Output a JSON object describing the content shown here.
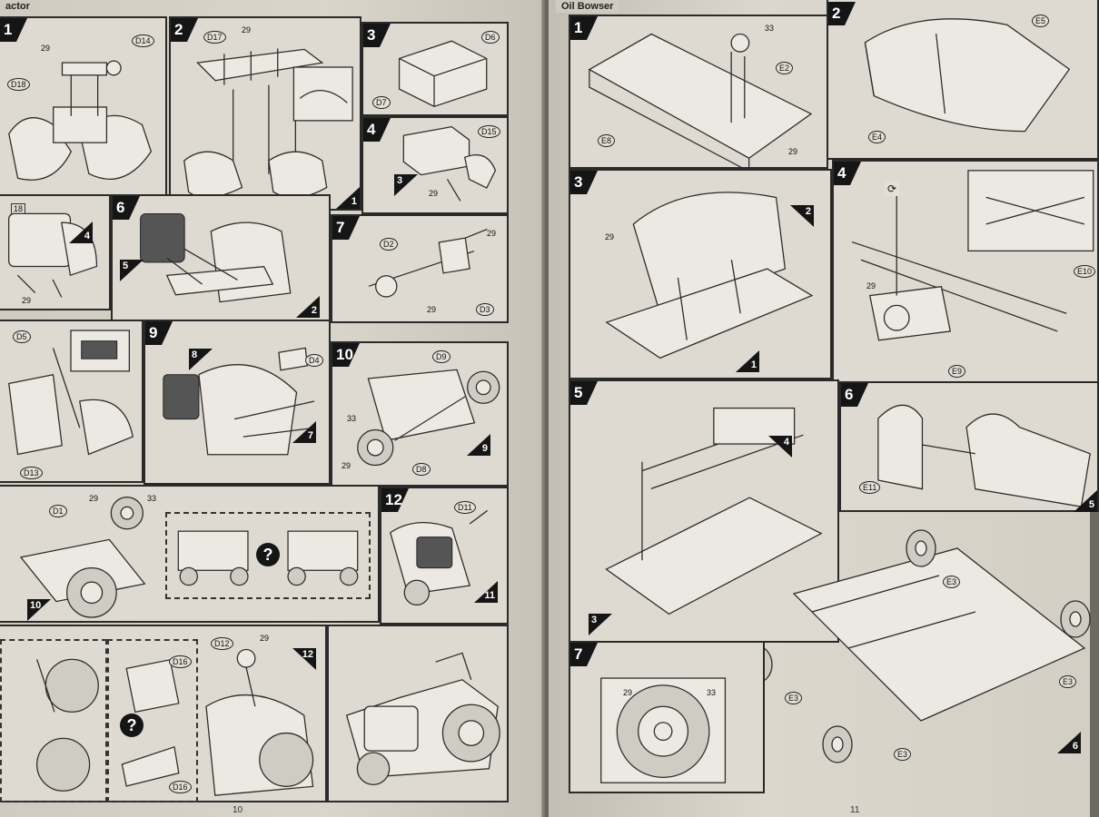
{
  "left_page": {
    "header": "actor",
    "page_number": "10",
    "steps": [
      {
        "n": "1",
        "ref": "",
        "labels": [
          "D14",
          "29",
          "D18"
        ]
      },
      {
        "n": "2",
        "ref": "1",
        "labels": [
          "D17",
          "29"
        ]
      },
      {
        "n": "3",
        "ref": "",
        "labels": [
          "D6",
          "D7"
        ]
      },
      {
        "n": "4",
        "ref": "3",
        "labels": [
          "D15",
          "29"
        ]
      },
      {
        "n": "",
        "ref": "4",
        "labels": [
          "18",
          "29"
        ]
      },
      {
        "n": "6",
        "ref": "2",
        "labels": [
          "5"
        ]
      },
      {
        "n": "7",
        "ref": "",
        "labels": [
          "D2",
          "29",
          "29",
          "D3"
        ]
      },
      {
        "n": "",
        "ref": "",
        "labels": [
          "D5",
          "D13"
        ]
      },
      {
        "n": "9",
        "ref": "7",
        "labels": [
          "8",
          "D4"
        ]
      },
      {
        "n": "10",
        "ref": "9",
        "labels": [
          "D9",
          "33",
          "29",
          "D8"
        ]
      },
      {
        "n": "",
        "ref": "10",
        "labels": [
          "D1",
          "29",
          "33"
        ]
      },
      {
        "n": "12",
        "ref": "11",
        "labels": [
          "D11"
        ]
      },
      {
        "n": "",
        "ref": "12",
        "labels": [
          "D16",
          "D16",
          "D12",
          "29"
        ]
      }
    ]
  },
  "right_page": {
    "header": "Oil Bowser",
    "page_number": "11",
    "steps": [
      {
        "n": "1",
        "ref": "",
        "labels": [
          "33",
          "E2",
          "E8",
          "29"
        ]
      },
      {
        "n": "2",
        "ref": "",
        "labels": [
          "E5",
          "E4"
        ]
      },
      {
        "n": "3",
        "ref": "1",
        "labels": [
          "29",
          "2"
        ]
      },
      {
        "n": "4",
        "ref": "",
        "labels": [
          "29",
          "E10",
          "E9"
        ]
      },
      {
        "n": "5",
        "ref": "3",
        "labels": [
          "4"
        ]
      },
      {
        "n": "6",
        "ref": "6",
        "labels": [
          "E11",
          "5",
          "E3",
          "E3",
          "E3",
          "E3"
        ]
      },
      {
        "n": "7",
        "ref": "",
        "labels": [
          "29",
          "33"
        ]
      }
    ]
  },
  "icons": {
    "question": "?",
    "question_icon": "question-mark-icon",
    "rotate_icon": "rotate-arrow-icon"
  },
  "colors": {
    "paper": "#d6d2c8",
    "ink": "#1b1b1b",
    "panel_fill": "#dedad1"
  }
}
